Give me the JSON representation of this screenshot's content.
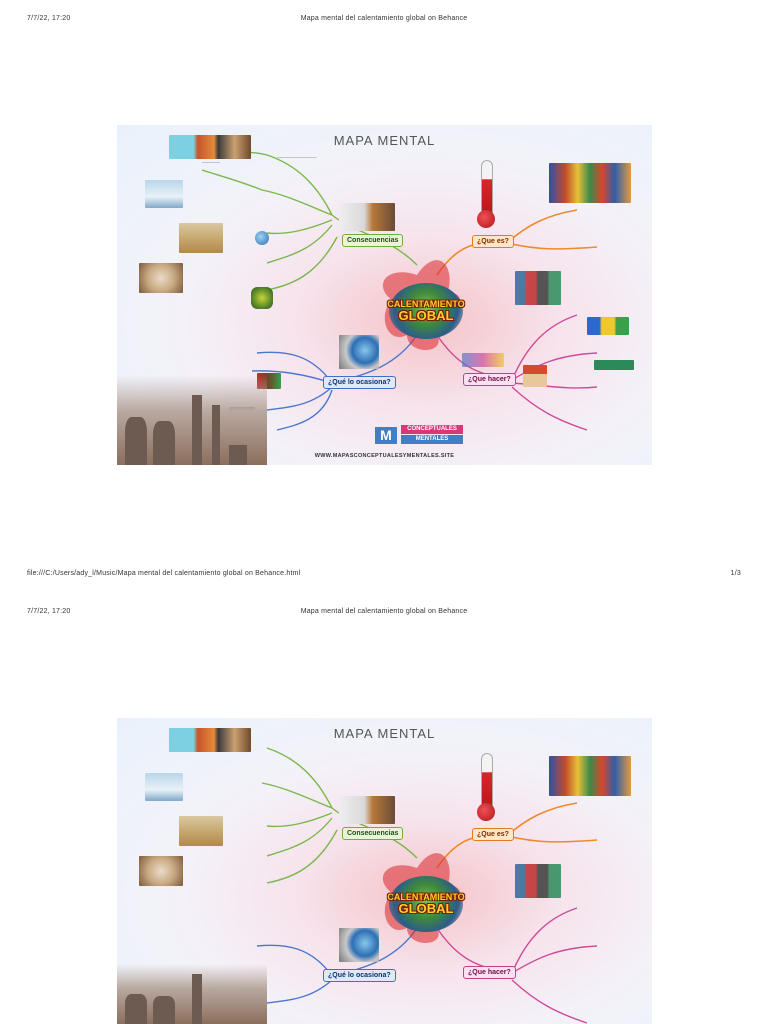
{
  "page1": {
    "header_left": "7/7/22, 17:20",
    "header_center": "Mapa mental del calentamiento global on Behance",
    "footer_left": "file:///C:/Users/ady_l/Music/Mapa mental del calentamiento global on Behance.html",
    "footer_right": "1/3"
  },
  "page2": {
    "header_left": "7/7/22, 17:20",
    "header_center": "Mapa mental del calentamiento global on Behance"
  },
  "map": {
    "title": "MAPA MENTAL",
    "center_line1": "CALENTAMIENTO",
    "center_line2": "GLOBAL",
    "branches": {
      "consecuencias": "Consecuencias",
      "que_es": "¿Que es?",
      "que_lo_ocasiona": "¿Qué lo ocasiona?",
      "que_hacer": "¿Que hacer?"
    },
    "logo_line1": "CONCEPTUALES",
    "logo_line2": "MENTALES",
    "website": "WWW.MAPASCONCEPTUALESYMENTALES.SITE"
  },
  "colors": {
    "consecuencias": "#6fae3a",
    "que_es": "#e57a1e",
    "que_lo_ocasiona": "#3f6fc6",
    "que_hacer": "#c73e8f"
  }
}
